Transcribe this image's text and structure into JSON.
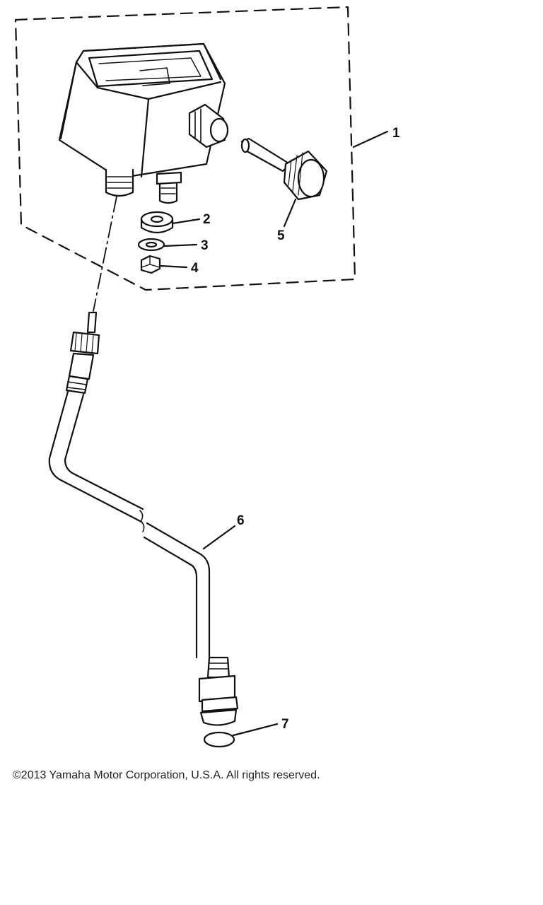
{
  "callouts": {
    "c1": "1",
    "c2": "2",
    "c3": "3",
    "c4": "4",
    "c5": "5",
    "c6": "6",
    "c7": "7"
  },
  "footer": {
    "copyright": "©2013 Yamaha Motor Corporation, U.S.A. All rights reserved."
  },
  "colors": {
    "line": "#111111",
    "background": "#ffffff"
  }
}
